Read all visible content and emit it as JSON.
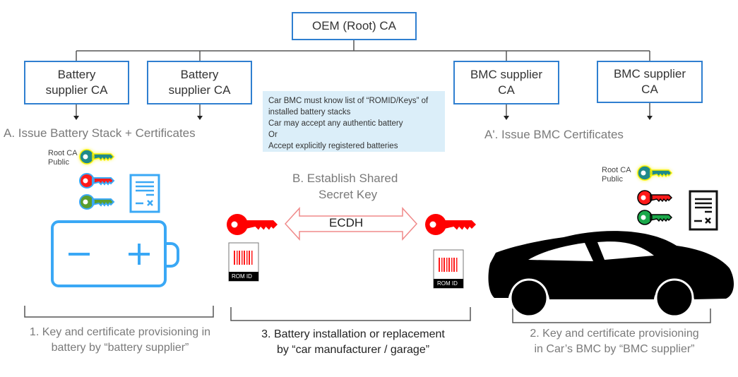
{
  "root_ca": {
    "label": "OEM (Root) CA"
  },
  "battery_cas": [
    {
      "line1": "Battery",
      "line2": "supplier CA"
    },
    {
      "line1": "Battery",
      "line2": "supplier CA"
    }
  ],
  "bmc_cas": [
    {
      "line1": "BMC supplier",
      "line2": "CA"
    },
    {
      "line1": "BMC supplier",
      "line2": "CA"
    }
  ],
  "steps": {
    "a": "A. Issue Battery Stack + Certificates",
    "a_prime": "A'. Issue BMC Certificates",
    "b_line1": "B. Establish Shared",
    "b_line2": "Secret Key",
    "ecdh": "ECDH"
  },
  "info_note": {
    "lines": [
      "Car BMC must know list of “ROMID/Keys” of",
      "installed battery stacks",
      "Car may accept any authentic battery",
      "Or",
      "Accept explicitly registered batteries"
    ]
  },
  "key_labels": {
    "battery_root": {
      "line1": "Root CA",
      "line2": "Public"
    },
    "car_root": {
      "line1": "Root CA",
      "line2": "Public"
    }
  },
  "rom_id": {
    "label": "ROM ID"
  },
  "captions": {
    "battery": {
      "line1": "1. Key and certificate provisioning in",
      "line2": "battery by “battery supplier”"
    },
    "install": {
      "line1": "3. Battery installation or replacement",
      "line2": "by “car manufacturer / garage”"
    },
    "car": {
      "line1": "2. Key and certificate provisioning",
      "line2": "in Car’s BMC by “BMC supplier”"
    }
  },
  "icons": {
    "root_key": "root-ca-public-key-icon",
    "private_key": "private-key-icon",
    "public_key": "public-key-icon",
    "certificate": "certificate-icon",
    "battery": "battery-icon",
    "car": "car-icon",
    "rom_id": "rom-id-chip-icon"
  },
  "colors": {
    "box_border": "#2f7fd0",
    "info_bg": "#dbeef9",
    "battery_blue": "#3aa8f5",
    "key_red": "#ff0000",
    "key_green_battery": "#5a9e2f",
    "key_green_car": "#1aa84a",
    "key_teal": "#1f8a8a",
    "glow_yellow": "#f5f000",
    "gray_text": "#7a7a7a"
  }
}
